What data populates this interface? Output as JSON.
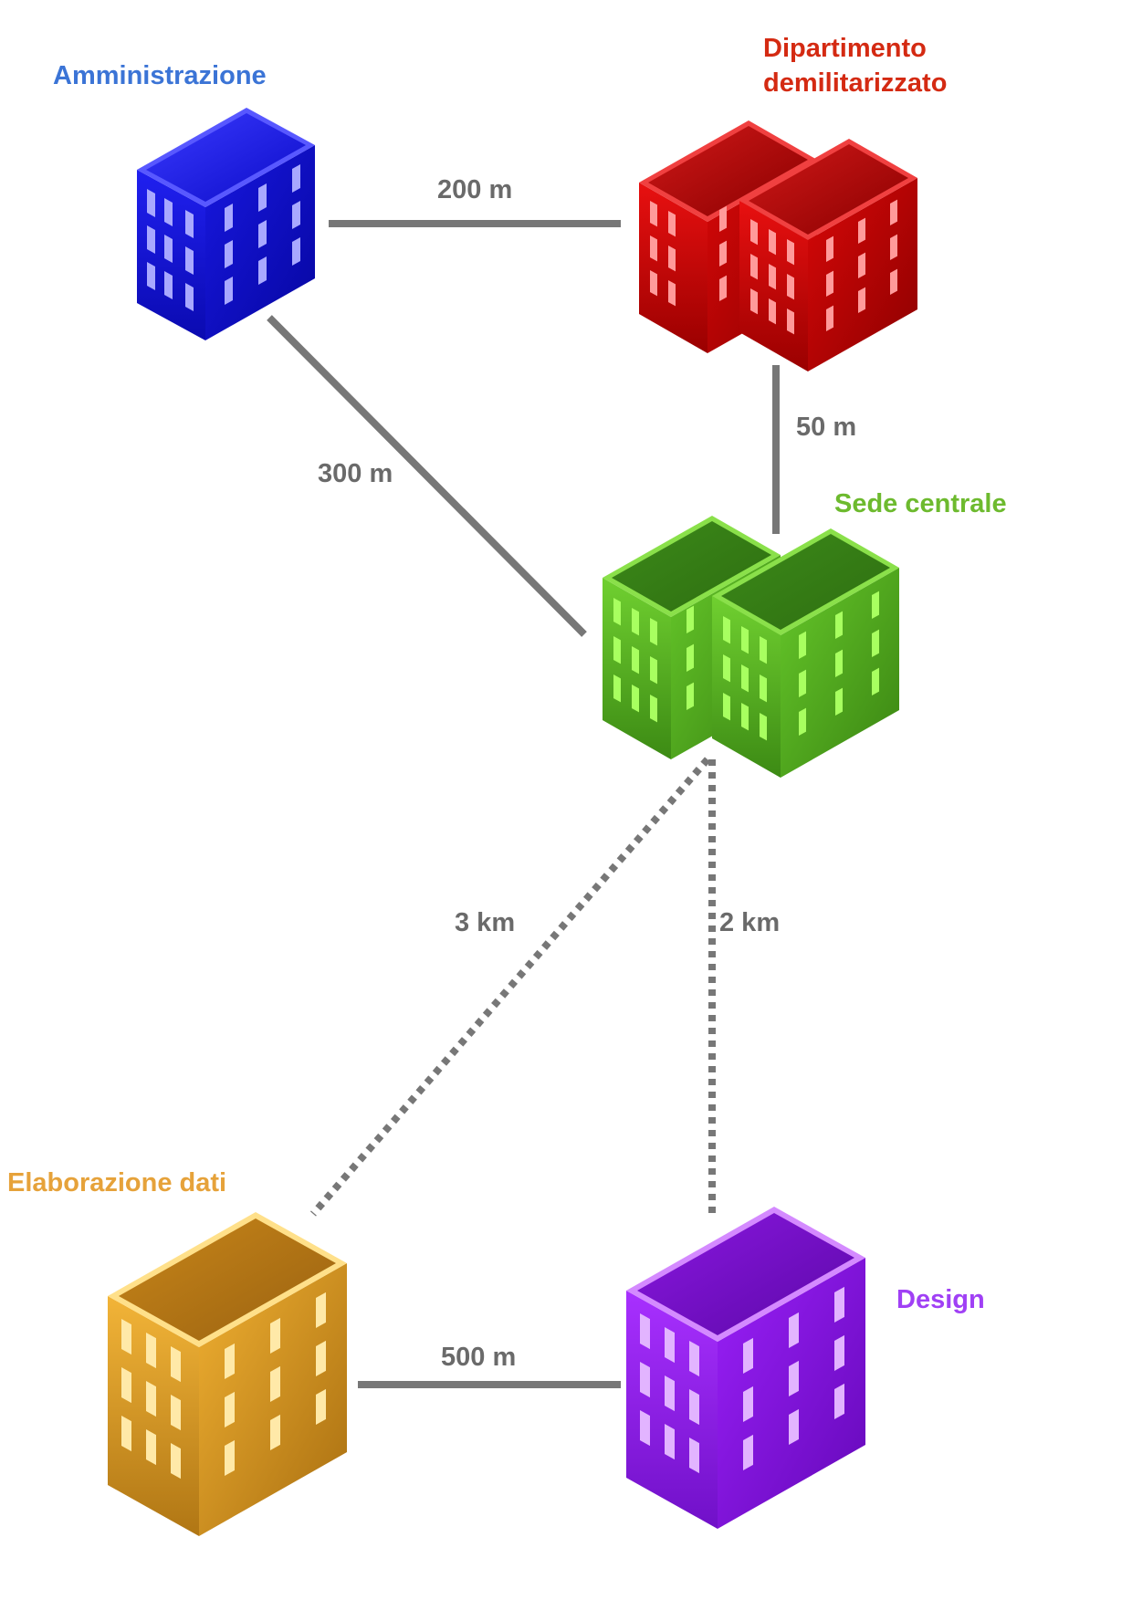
{
  "colors": {
    "link": "#777777",
    "amministrazione": "#3b74d6",
    "dipartimento": "#d42a12",
    "sede": "#6dba2e",
    "elaborazione": "#e6a23a",
    "design": "#a040f5"
  },
  "buildings": {
    "amministrazione": {
      "label_lines": [
        "Amministrazione"
      ],
      "icon": "office-building-icon",
      "color": "#1414d8"
    },
    "dipartimento": {
      "label_lines": [
        "Dipartimento",
        "demilitarizzato"
      ],
      "icon": "double-office-building-icon",
      "color": "#cc0a0a"
    },
    "sede": {
      "label_lines": [
        "Sede centrale"
      ],
      "icon": "double-office-building-icon",
      "color": "#5cb827"
    },
    "elaborazione": {
      "label_lines": [
        "Elaborazione dati"
      ],
      "icon": "office-building-icon",
      "color": "#e6a62a"
    },
    "design": {
      "label_lines": [
        "Design"
      ],
      "icon": "office-building-icon",
      "color": "#9410f0"
    }
  },
  "links": [
    {
      "from": "amministrazione",
      "to": "dipartimento",
      "distance": "200 m",
      "style": "solid"
    },
    {
      "from": "dipartimento",
      "to": "sede",
      "distance": "50 m",
      "style": "solid"
    },
    {
      "from": "amministrazione",
      "to": "sede",
      "distance": "300 m",
      "style": "solid"
    },
    {
      "from": "sede",
      "to": "elaborazione",
      "distance": "3 km",
      "style": "dotted"
    },
    {
      "from": "sede",
      "to": "design",
      "distance": "2 km",
      "style": "dotted"
    },
    {
      "from": "elaborazione",
      "to": "design",
      "distance": "500 m",
      "style": "solid"
    }
  ]
}
